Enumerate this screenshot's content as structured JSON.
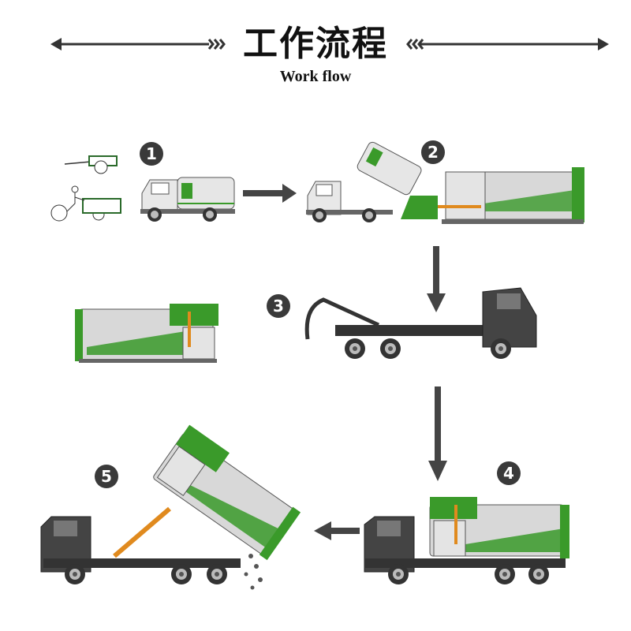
{
  "header": {
    "title": "工作流程",
    "subtitle": "Work flow"
  },
  "steps": [
    {
      "number": "1"
    },
    {
      "number": "2"
    },
    {
      "number": "3"
    },
    {
      "number": "4"
    },
    {
      "number": "5"
    }
  ],
  "colors": {
    "green": "#3a9a2a",
    "body": "#d4d4d4",
    "cab": "#444444",
    "hydraulic": "#e08a1e",
    "arrow": "#444444"
  }
}
